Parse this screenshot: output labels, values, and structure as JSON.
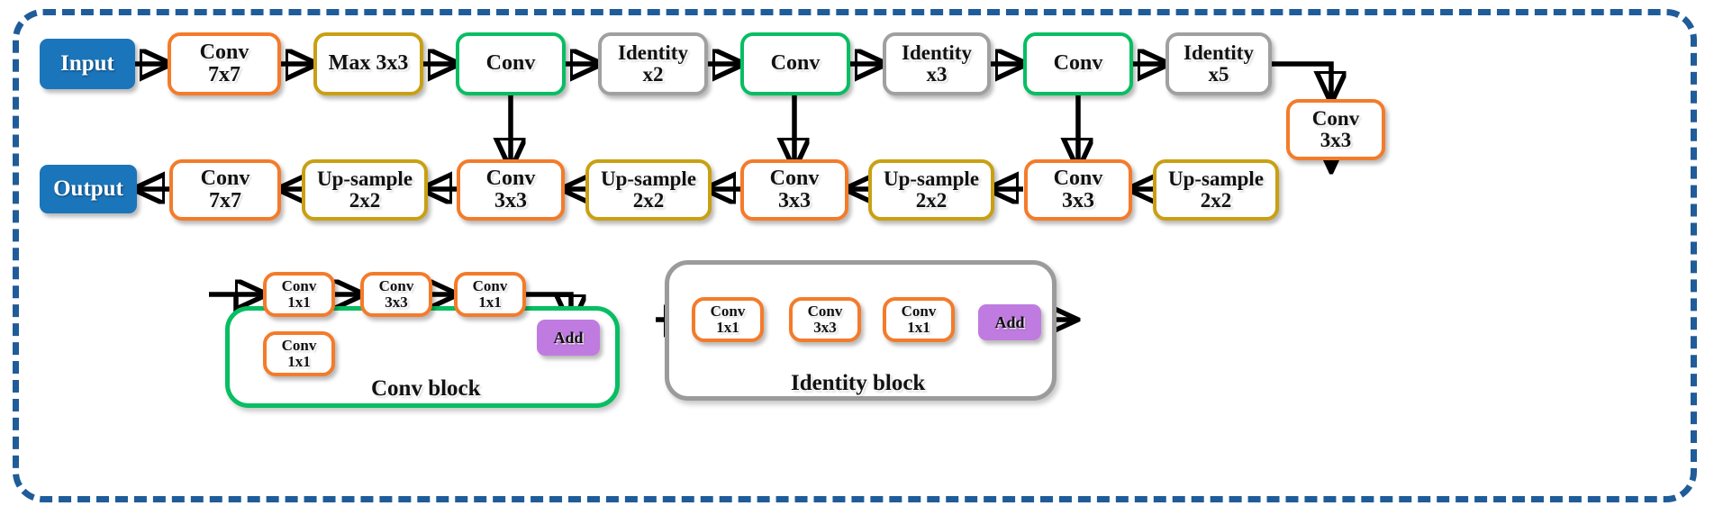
{
  "figure": {
    "type": "diagram",
    "kind": "neural-network-architecture",
    "colors": {
      "frame": "#1F5C99",
      "orange": "#F47B2A",
      "gold": "#C9A013",
      "green": "#07BE62",
      "grey": "#A0A0A0",
      "blue_fill": "#1B75BB",
      "purple_fill": "#C07BE0",
      "arrow": "#000000",
      "background": "#FFFFFF"
    }
  },
  "encoder_row": [
    {
      "id": "input",
      "l1": "Input",
      "l2": "",
      "style": "fill-blue"
    },
    {
      "id": "conv7x7",
      "l1": "Conv",
      "l2": "7x7",
      "style": "b-orange"
    },
    {
      "id": "max3x3",
      "l1": "Max 3x3",
      "l2": "",
      "style": "b-gold"
    },
    {
      "id": "conv-a",
      "l1": "Conv",
      "l2": "",
      "style": "b-green"
    },
    {
      "id": "identity-x2",
      "l1": "Identity",
      "l2": "x2",
      "style": "b-grey"
    },
    {
      "id": "conv-b",
      "l1": "Conv",
      "l2": "",
      "style": "b-green"
    },
    {
      "id": "identity-x3",
      "l1": "Identity",
      "l2": "x3",
      "style": "b-grey"
    },
    {
      "id": "conv-c",
      "l1": "Conv",
      "l2": "",
      "style": "b-green"
    },
    {
      "id": "identity-x5",
      "l1": "Identity",
      "l2": "x5",
      "style": "b-grey"
    }
  ],
  "bridge": {
    "id": "conv3x3-bridge",
    "l1": "Conv",
    "l2": "3x3",
    "style": "b-orange"
  },
  "decoder_row": [
    {
      "id": "output",
      "l1": "Output",
      "l2": "",
      "style": "fill-blue"
    },
    {
      "id": "conv7x7-out",
      "l1": "Conv",
      "l2": "7x7",
      "style": "b-orange"
    },
    {
      "id": "up-d",
      "l1": "Up-sample",
      "l2": "2x2",
      "style": "b-gold"
    },
    {
      "id": "conv3x3-d",
      "l1": "Conv",
      "l2": "3x3",
      "style": "b-orange"
    },
    {
      "id": "up-c",
      "l1": "Up-sample",
      "l2": "2x2",
      "style": "b-gold"
    },
    {
      "id": "conv3x3-c",
      "l1": "Conv",
      "l2": "3x3",
      "style": "b-orange"
    },
    {
      "id": "up-b",
      "l1": "Up-sample",
      "l2": "2x2",
      "style": "b-gold"
    },
    {
      "id": "conv3x3-b",
      "l1": "Conv",
      "l2": "3x3",
      "style": "b-orange"
    },
    {
      "id": "up-a",
      "l1": "Up-sample",
      "l2": "2x2",
      "style": "b-gold"
    }
  ],
  "conv_block": {
    "label": "Conv block",
    "main_path": [
      {
        "l1": "Conv",
        "l2": "1x1"
      },
      {
        "l1": "Conv",
        "l2": "3x3"
      },
      {
        "l1": "Conv",
        "l2": "1x1"
      }
    ],
    "shortcut_path": [
      {
        "l1": "Conv",
        "l2": "1x1"
      }
    ],
    "add": {
      "l1": "Add",
      "l2": ""
    }
  },
  "identity_block": {
    "label": "Identity block",
    "main_path": [
      {
        "l1": "Conv",
        "l2": "1x1"
      },
      {
        "l1": "Conv",
        "l2": "3x3"
      },
      {
        "l1": "Conv",
        "l2": "1x1"
      }
    ],
    "shortcut_path": [],
    "add": {
      "l1": "Add",
      "l2": ""
    }
  }
}
